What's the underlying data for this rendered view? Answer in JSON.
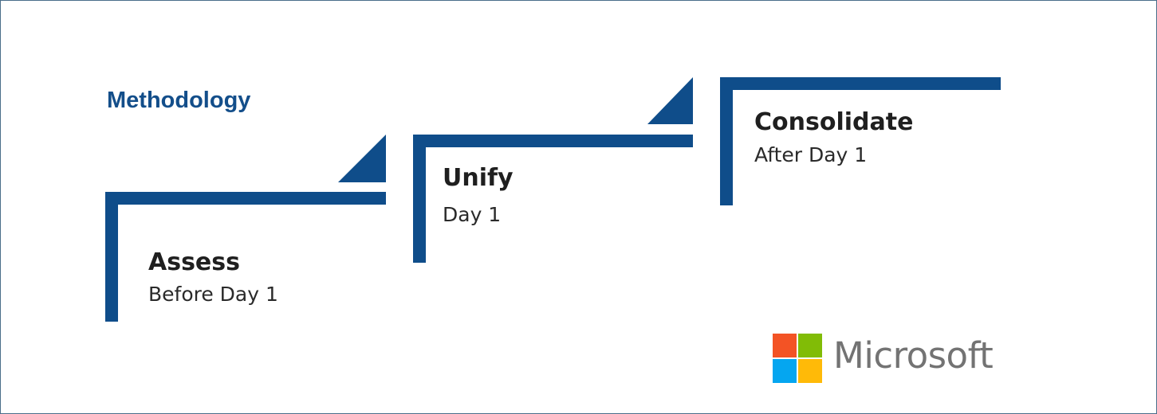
{
  "title": "Methodology",
  "steps": [
    {
      "name": "Assess",
      "when": "Before Day 1"
    },
    {
      "name": "Unify",
      "when": "Day 1"
    },
    {
      "name": "Consolidate",
      "when": "After Day 1"
    }
  ],
  "logo": {
    "wordmark": "Microsoft",
    "colors": [
      "#f35325",
      "#81bc06",
      "#05a6f0",
      "#ffba08"
    ]
  },
  "colors": {
    "accent": "#0f4d8a",
    "title": "#134e8a"
  }
}
